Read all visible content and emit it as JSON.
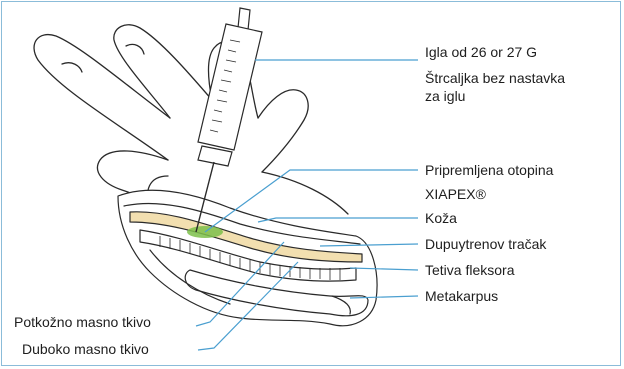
{
  "labels": {
    "needle": "Igla od 26 or 27 G",
    "syringe_line1": "Štrcaljka bez nastavka",
    "syringe_line2": "za iglu",
    "solution_line1": "Pripremljena otopina",
    "solution_line2": "XIAPEX®",
    "skin": "Koža",
    "cord": "Dupuytrenov tračak",
    "tendon": "Tetiva fleksora",
    "metacarpus": "Metakarpus",
    "subcutaneous_fat": "Potkožno masno tkivo",
    "deep_fat": "Duboko masno tkivo"
  },
  "colors": {
    "leader_lines": "#4a9fd0",
    "outline": "#2a2a2a",
    "frame": "#8bbcd9",
    "cord_fill": "#f2dfb0",
    "solution_fill": "#7cc04a"
  }
}
